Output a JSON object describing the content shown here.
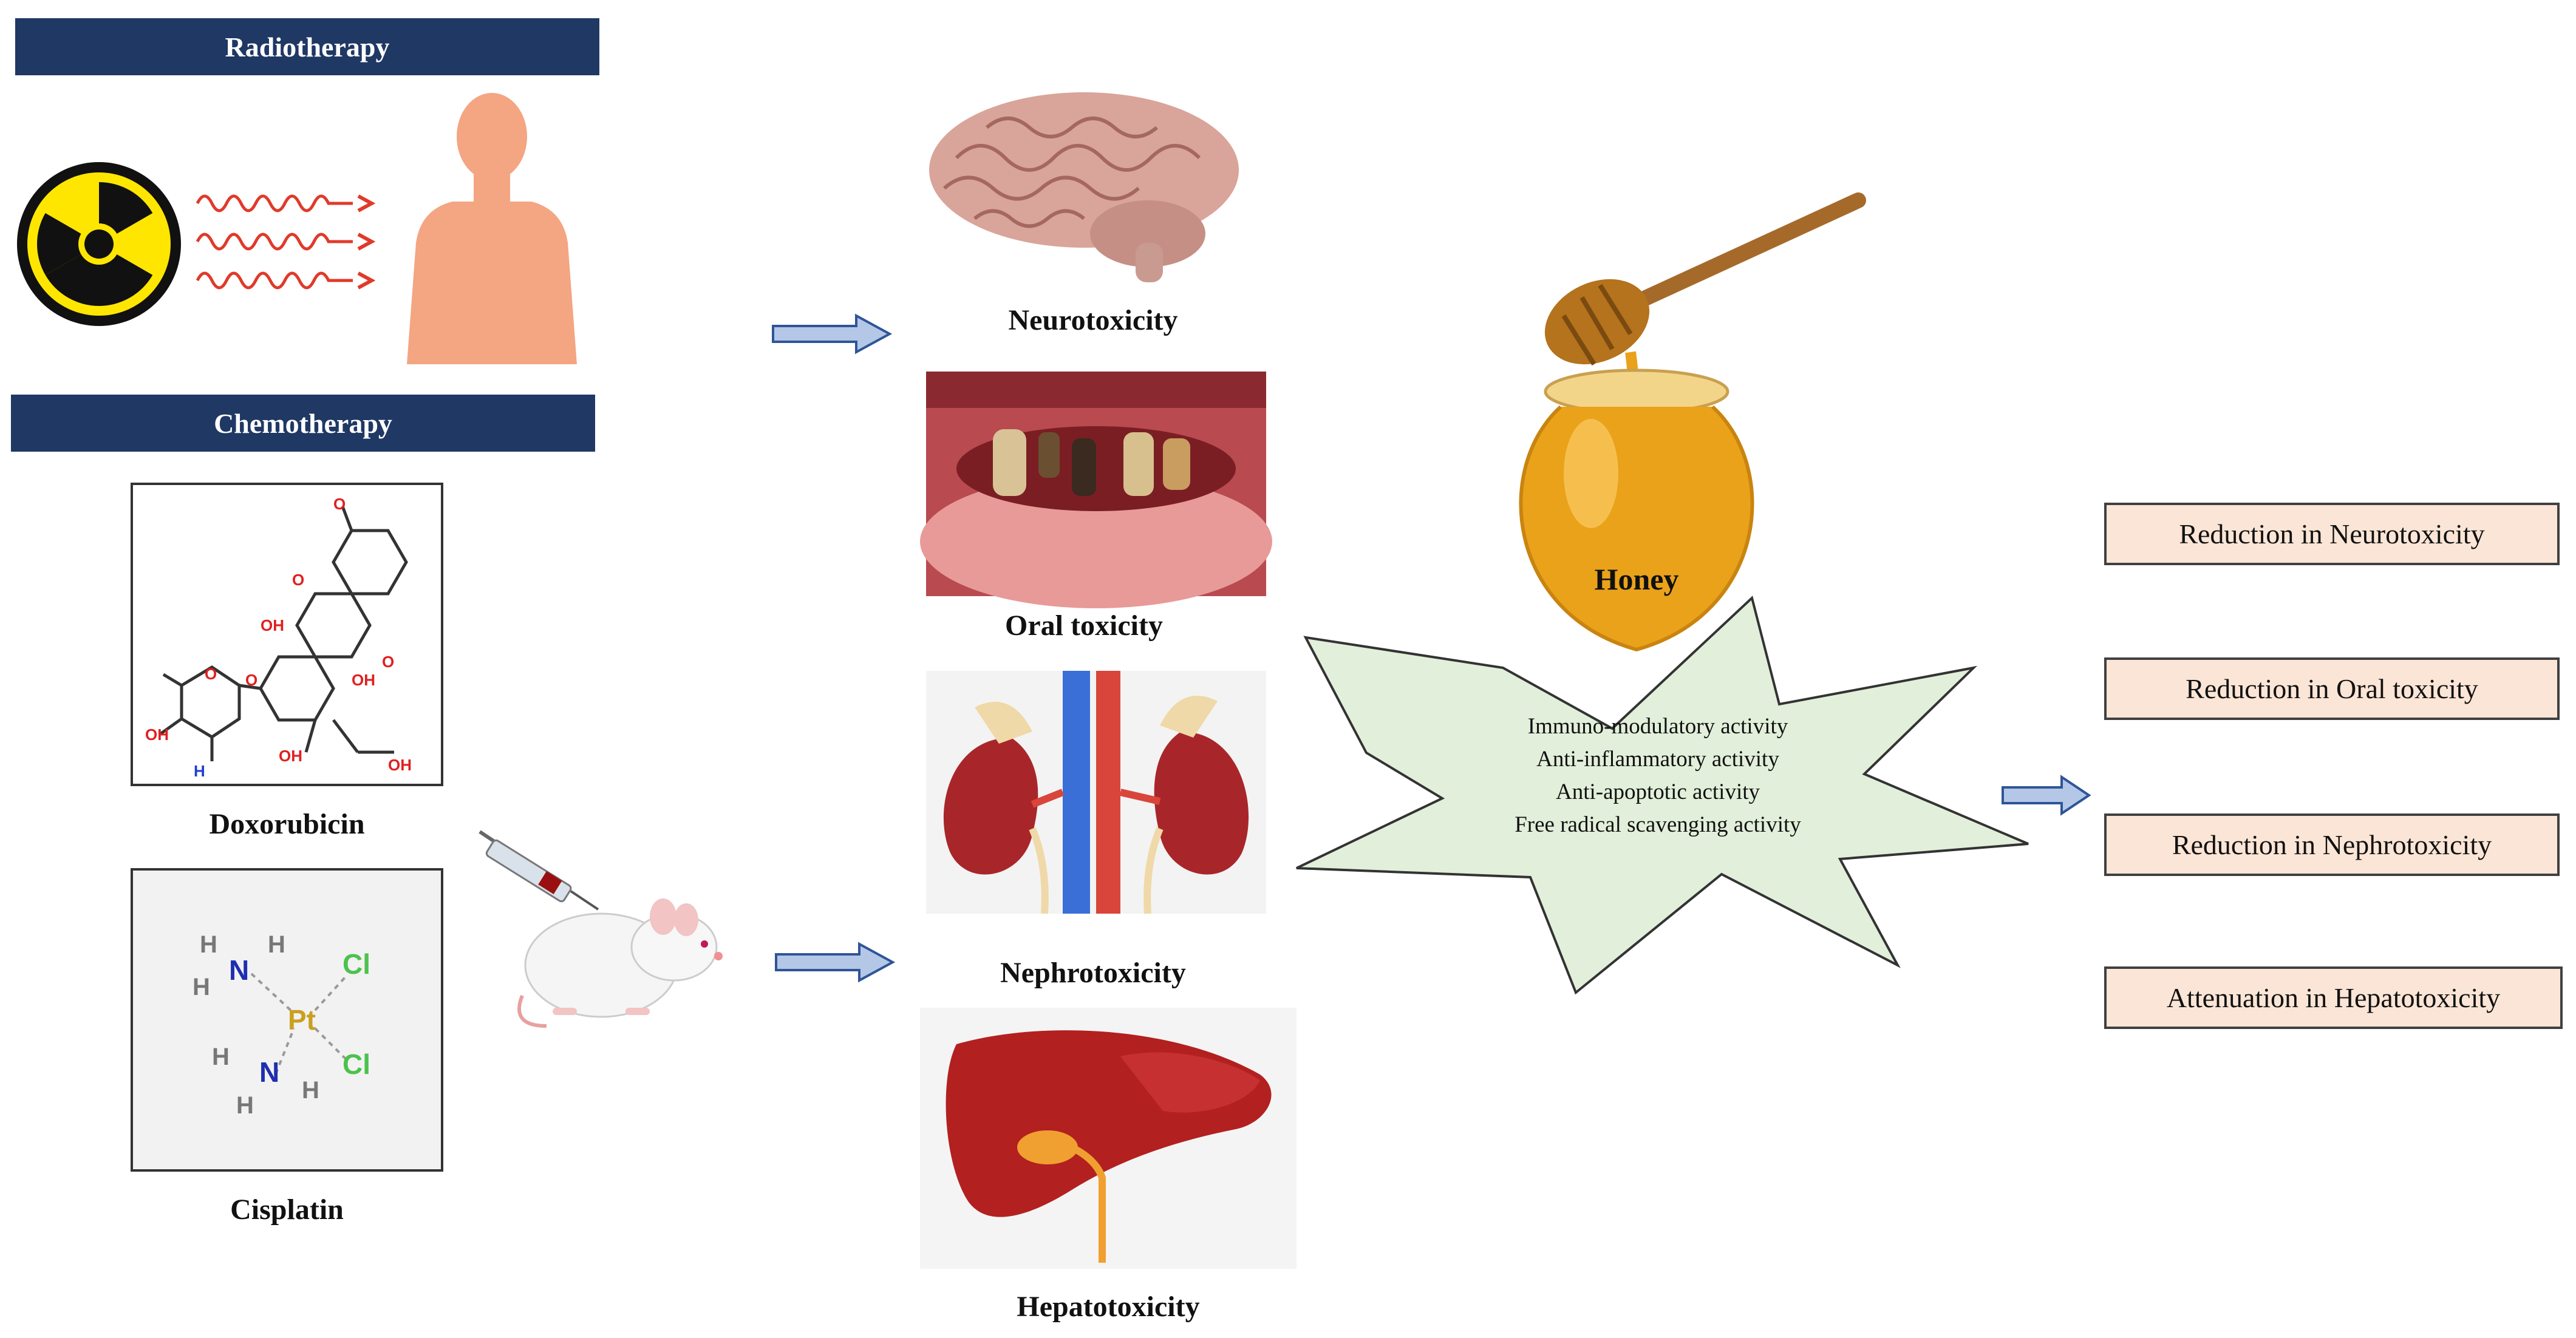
{
  "radiotherapy": {
    "label": "Radiotherapy"
  },
  "chemotherapy": {
    "label": "Chemotherapy",
    "drugs": [
      {
        "name": "Doxorubicin"
      },
      {
        "name": "Cisplatin"
      }
    ],
    "cisplatin_atoms": {
      "H": "H",
      "N": "N",
      "Pt": "Pt",
      "Cl": "Cl"
    },
    "doxorubicin_atoms": {
      "H": "H",
      "O": "O",
      "OH": "OH"
    }
  },
  "toxicities": [
    {
      "label": "Neurotoxicity"
    },
    {
      "label": "Oral toxicity"
    },
    {
      "label": "Nephrotoxicity"
    },
    {
      "label": "Hepatotoxicity"
    }
  ],
  "honey": {
    "label": "Honey"
  },
  "activities": [
    "Immuno-modulatory  activity",
    "Anti-inflammatory  activity",
    "Anti-apoptotic activity",
    "Free radical  scavenging activity"
  ],
  "results": [
    "Reduction  in Neurotoxicity",
    "Reduction  in Oral toxicity",
    "Reduction  in Nephrotoxicity",
    "Attenuation  in Hepatotoxicity"
  ],
  "colors": {
    "header_bg": "#1f3864",
    "arrow_fill": "#b4c7e7",
    "arrow_stroke": "#2f5597",
    "star_fill": "#e2efda",
    "result_fill": "#fbe5d6",
    "radiation_yellow": "#ffe600",
    "skin": "#f4a582",
    "honey": "#e9a21a"
  }
}
